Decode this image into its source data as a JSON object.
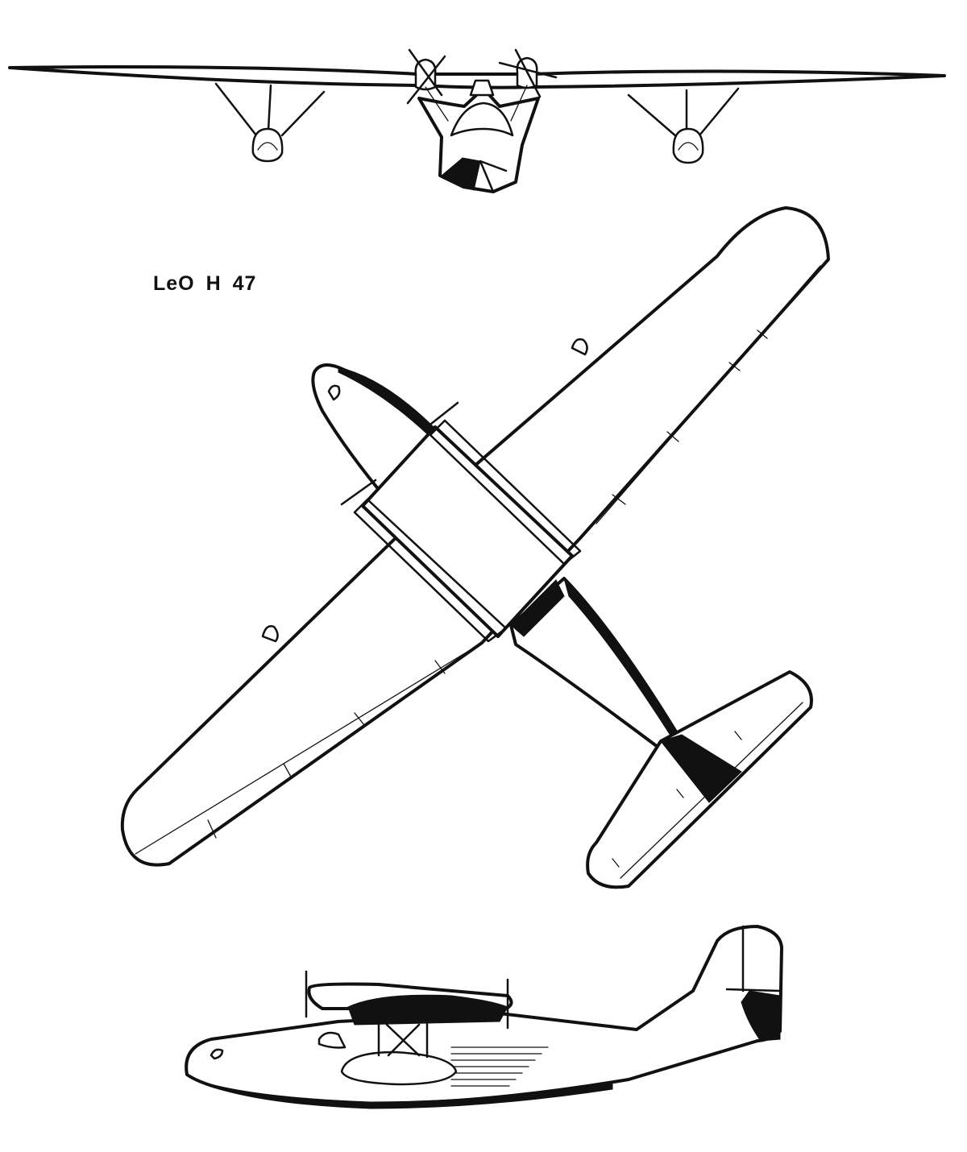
{
  "title": "LeO H 47",
  "views": [
    "front-view",
    "plan-view",
    "side-view"
  ],
  "colors": {
    "ink": "#111111",
    "paper": "#ffffff"
  }
}
